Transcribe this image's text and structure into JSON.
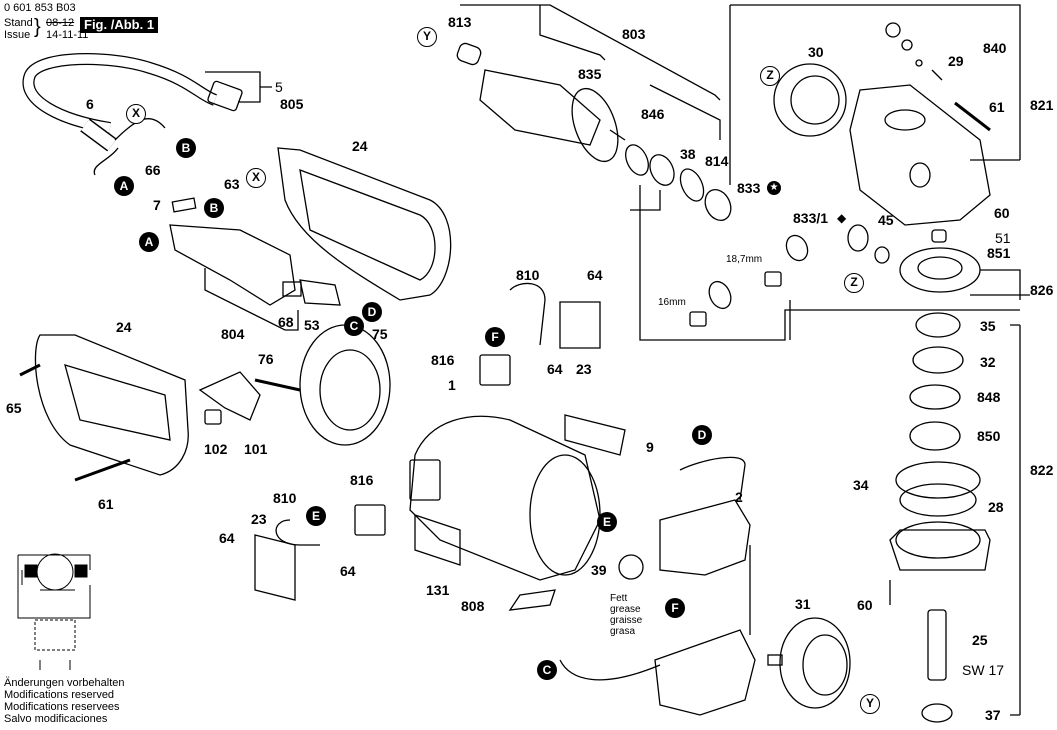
{
  "header": {
    "doc_number": "0 601 853 B03",
    "stand_label": "Stand",
    "issue_label": "Issue",
    "stand_date_struck": "08-12",
    "issue_date": "14-11-11",
    "figure_title": "Fig. /Abb. 1"
  },
  "footer": {
    "lines": [
      "Änderungen vorbehalten",
      "Modifications reserved",
      "Modifications reservees",
      "Salvo modificaciones"
    ]
  },
  "connector_markers": {
    "filled": [
      "A",
      "B",
      "C",
      "D",
      "E",
      "F"
    ],
    "outlined": [
      "X",
      "Y",
      "Z"
    ]
  },
  "parts": {
    "p813": "813",
    "p803": "803",
    "p835": "835",
    "p846": "846",
    "p38": "38",
    "p814": "814",
    "p833": "833",
    "p833_1": "833/1",
    "p30": "30",
    "p840": "840",
    "p29": "29",
    "p821": "821",
    "p61a": "61",
    "p60a": "60",
    "p51": "51",
    "p851": "851",
    "p45": "45",
    "p826": "826",
    "p5": "5",
    "p805": "805",
    "p6": "6",
    "p24a": "24",
    "p66": "66",
    "p63": "63",
    "p7": "7",
    "p804": "804",
    "p68": "68",
    "p53": "53",
    "p75": "75",
    "p810a": "810",
    "p64a": "64",
    "p816a": "816",
    "p64b": "64",
    "p23a": "23",
    "p1": "1",
    "p9": "9",
    "p24b": "24",
    "p65": "65",
    "p76": "76",
    "p102": "102",
    "p101": "101",
    "p61b": "61",
    "p810b": "810",
    "p816b": "816",
    "p23b": "23",
    "p64c": "64",
    "p64d": "64",
    "p131": "131",
    "p808": "808",
    "p39": "39",
    "p2": "2",
    "p31": "31",
    "p35": "35",
    "p32": "32",
    "p848": "848",
    "p850": "850",
    "p34": "34",
    "p28": "28",
    "p822": "822",
    "p60b": "60",
    "p25": "25",
    "p37": "37"
  },
  "annotations": {
    "sw": "SW 17",
    "dim_18_7": "18,7mm",
    "dim_16": "16mm",
    "grease": [
      "Fett",
      "grease",
      "graisse",
      "grasa"
    ]
  }
}
